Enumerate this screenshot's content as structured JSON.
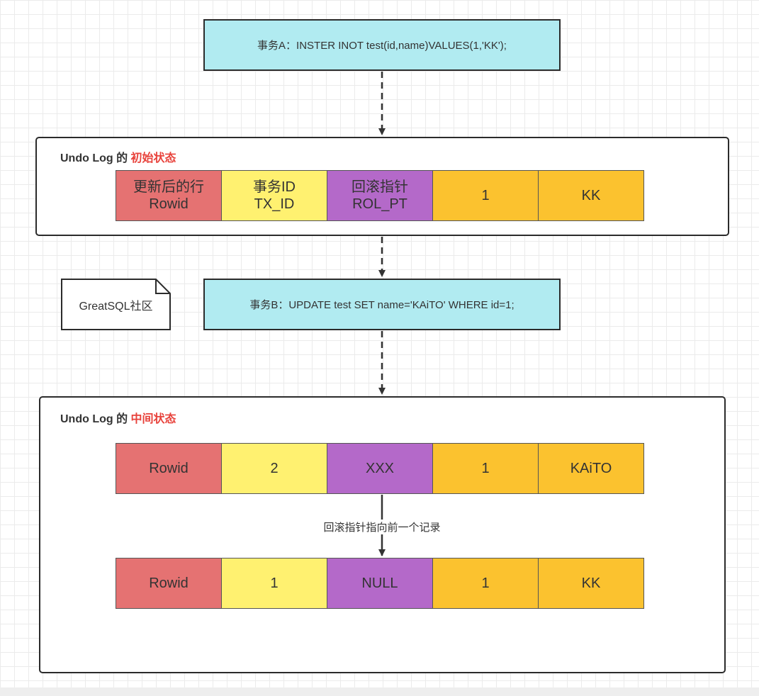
{
  "transactions": {
    "a": "事务A：INSTER INOT test(id,name)VALUES(1,'KK');",
    "b": "事务B：UPDATE test SET name='KAiTO' WHERE id=1;"
  },
  "panels": {
    "initial": {
      "title_prefix": "Undo Log 的 ",
      "title_accent": "初始状态",
      "row": [
        {
          "line1": "更新后的行",
          "line2": "Rowid"
        },
        {
          "line1": "事务ID",
          "line2": "TX_ID"
        },
        {
          "line1": "回滚指针",
          "line2": "ROL_PT"
        },
        {
          "line1": "1",
          "line2": ""
        },
        {
          "line1": "KK",
          "line2": ""
        }
      ]
    },
    "middle": {
      "title_prefix": "Undo Log 的 ",
      "title_accent": "中间状态",
      "row_new": [
        "Rowid",
        "2",
        "XXX",
        "1",
        "KAiTO"
      ],
      "row_old": [
        "Rowid",
        "1",
        "NULL",
        "1",
        "KK"
      ],
      "pointer_label": "回滚指针指向前一个记录"
    }
  },
  "note": "GreatSQL社区",
  "colors": {
    "transaction_fill": "#b1ebf1",
    "rowid": "#e57272",
    "tx_id": "#fff170",
    "rol_pt": "#b469c9",
    "value": "#fbc22f",
    "accent_text": "#e8423b"
  }
}
